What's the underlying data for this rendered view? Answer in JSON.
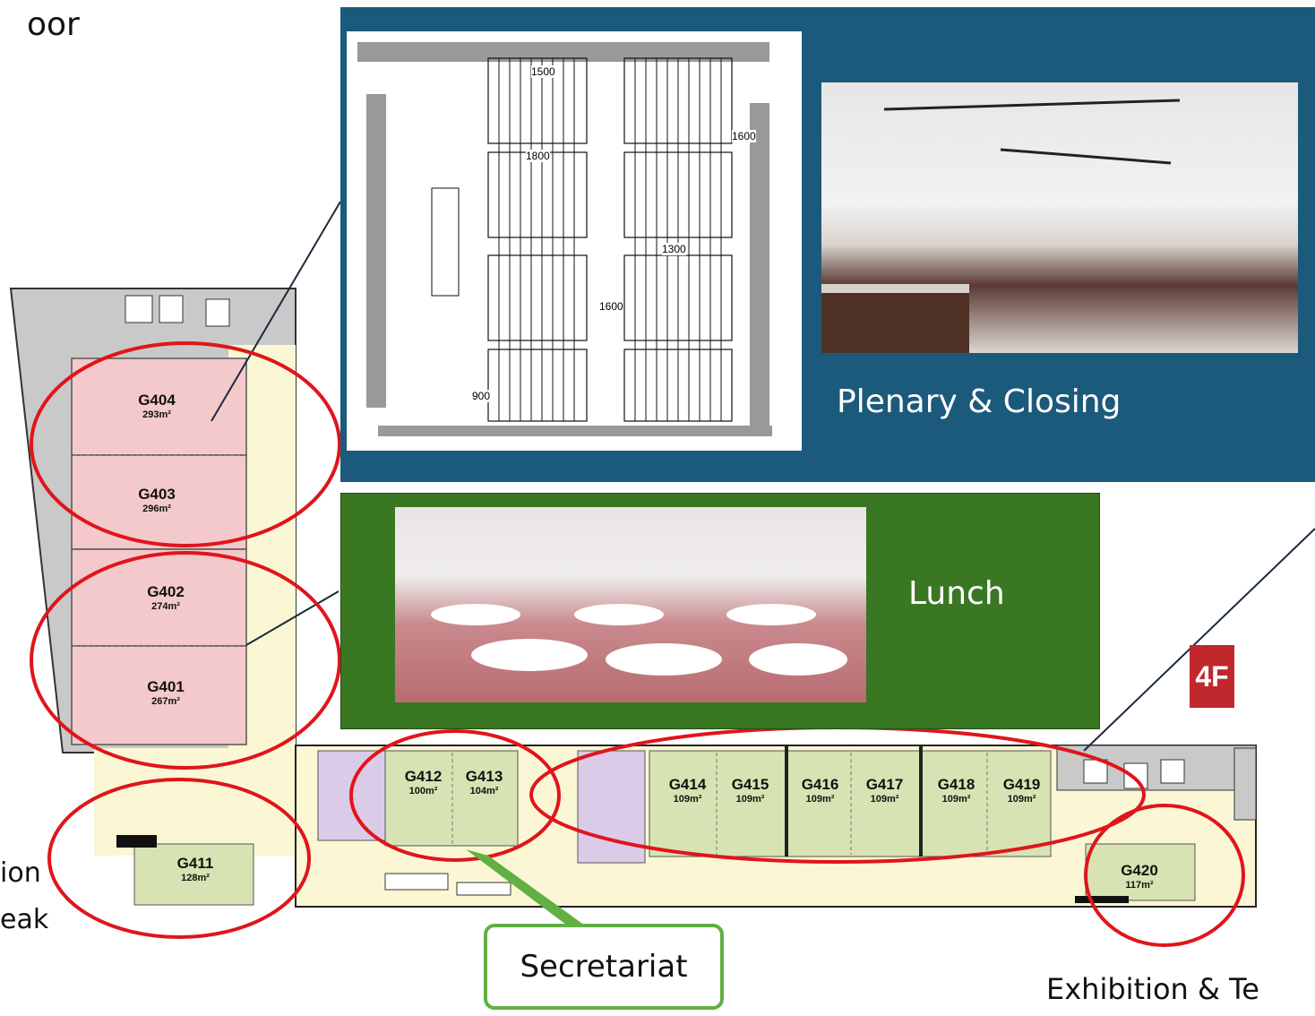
{
  "page": {
    "title_fragment": "oor",
    "left_label_line1": "ion",
    "left_label_line2": "eak",
    "bottom_right_label": "Exhibition & Te",
    "floor_badge": "4F"
  },
  "panels": {
    "plenary": {
      "label": "Plenary & Closing",
      "color": "#1c5a7c"
    },
    "lunch": {
      "label": "Lunch",
      "color": "#3a7722"
    },
    "secretariat": {
      "label": "Secretariat",
      "border_color": "#62b044"
    }
  },
  "seating_plan": {
    "dimensions": [
      "1500",
      "1800",
      "1600",
      "1300",
      "1600",
      "900"
    ]
  },
  "rooms": [
    {
      "id": "G404",
      "area": "293m²",
      "color": "#f4c9cc"
    },
    {
      "id": "G403",
      "area": "296m²",
      "color": "#f4c9cc"
    },
    {
      "id": "G402",
      "area": "274m²",
      "color": "#f4c9cc"
    },
    {
      "id": "G401",
      "area": "267m²",
      "color": "#f4c9cc"
    },
    {
      "id": "G411",
      "area": "128m²",
      "color": "#d7e3b2"
    },
    {
      "id": "G412",
      "area": "100m²",
      "color": "#d7e3b2"
    },
    {
      "id": "G413",
      "area": "104m²",
      "color": "#d7e3b2"
    },
    {
      "id": "G414",
      "area": "109m²",
      "color": "#d7e3b2"
    },
    {
      "id": "G415",
      "area": "109m²",
      "color": "#d7e3b2"
    },
    {
      "id": "G416",
      "area": "109m²",
      "color": "#d7e3b2"
    },
    {
      "id": "G417",
      "area": "109m²",
      "color": "#d7e3b2"
    },
    {
      "id": "G418",
      "area": "109m²",
      "color": "#d7e3b2"
    },
    {
      "id": "G419",
      "area": "109m²",
      "color": "#d7e3b2"
    },
    {
      "id": "G420",
      "area": "117m²",
      "color": "#d7e3b2"
    }
  ],
  "colors": {
    "corridor": "#fbf7d4",
    "service": "#c9c9c9",
    "restroom": "#dccbe8",
    "highlight_ring": "#e0151b",
    "badge": "#c0282d"
  }
}
